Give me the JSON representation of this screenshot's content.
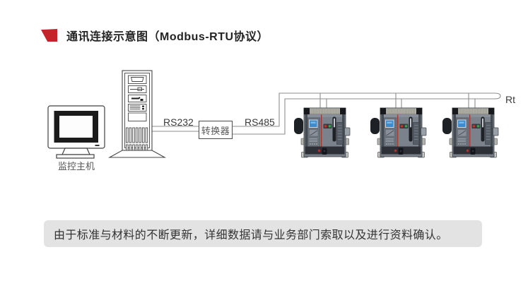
{
  "title": {
    "text": "通讯连接示意图（Modbus-RTU协议）"
  },
  "diagram": {
    "host": {
      "label": "监控主机",
      "icons": [
        "crt-monitor-icon",
        "tower-pc-icon"
      ]
    },
    "links": {
      "rs232_label": "RS232",
      "rs485_label": "RS485",
      "terminator_label": "Rt"
    },
    "converter": {
      "label": "转换器"
    },
    "devices": [
      {
        "icon": "circuit-breaker-photo"
      },
      {
        "icon": "circuit-breaker-photo"
      },
      {
        "icon": "circuit-breaker-photo"
      }
    ]
  },
  "note": {
    "text": "由于标准与材料的不断更新，详细数据请与业务部门索取以及进行资料确认。"
  },
  "colors": {
    "accent_red": "#c4232a",
    "wire_grey": "#8e8e8e",
    "outline_grey": "#454545",
    "note_bg": "#e3e3e3"
  }
}
